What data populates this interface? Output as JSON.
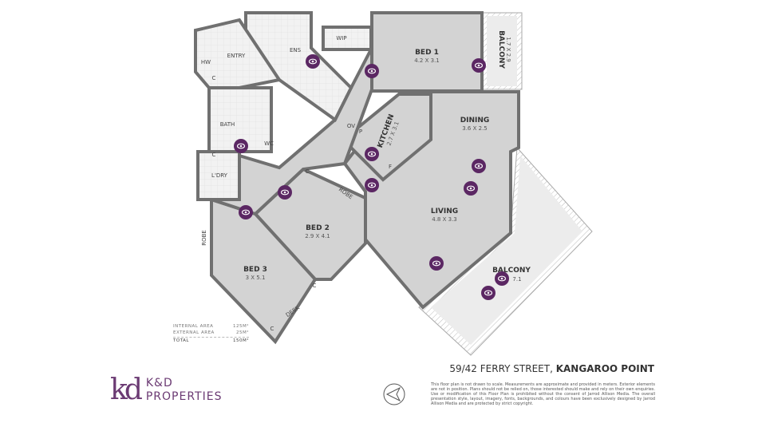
{
  "rooms": {
    "bed1": {
      "label": "BED 1",
      "dims": "4.2 X 3.1"
    },
    "balcony1": {
      "label": "BALCONY",
      "dims": "1.7 X 2.9"
    },
    "dining": {
      "label": "DINING",
      "dims": "3.6 X 2.5"
    },
    "kitchen": {
      "label": "KITCHEN",
      "dims": "2.7 X 3.1"
    },
    "living": {
      "label": "LIVING",
      "dims": "4.8 X 3.3"
    },
    "bed2": {
      "label": "BED 2",
      "dims": "2.9 X 4.1"
    },
    "bed3": {
      "label": "BED 3",
      "dims": "3 X 5.1"
    },
    "balcony2": {
      "label": "BALCONY",
      "dims": "7.1"
    }
  },
  "small_labels": {
    "wip": "WIP",
    "ens": "ENS",
    "entry": "ENTRY",
    "hw": "HW",
    "c": "C",
    "bath": "BATH",
    "wc": "WC",
    "ldry": "L'DRY",
    "robe": "ROBE",
    "ov": "OV",
    "p": "P",
    "f": "F",
    "desk": "DESK"
  },
  "areas": [
    {
      "label": "INTERNAL AREA",
      "value": "125M²"
    },
    {
      "label": "EXTERNAL AREA",
      "value": "25M²"
    }
  ],
  "total": {
    "label": "TOTAL",
    "value": "150M²"
  },
  "address": {
    "street": "59/42 FERRY STREET,",
    "suburb": "KANGAROO POINT"
  },
  "disclaimer": "This floor plan is not drawn to scale. Measurements are approximate and provided in meters. Exterior elements are not in position. Plans should not be relied on, those interested should make and rely on their own enquiries. Use or modification of this Floor Plan is prohibited without the consent of Jarrod Allison Media. The overall presentation style, layout, imagery, fonts, backgrounds, and colours have been exclusively designed by Jarrod Allison Media and are protected by strict copyright.",
  "logo": {
    "monogram": "kd",
    "line1": "K&D",
    "line2": "PROPERTIES"
  },
  "colors": {
    "marker": "#5b2763",
    "room": "#d3d3d3",
    "wall": "#707070",
    "brand": "#6b3a73"
  }
}
